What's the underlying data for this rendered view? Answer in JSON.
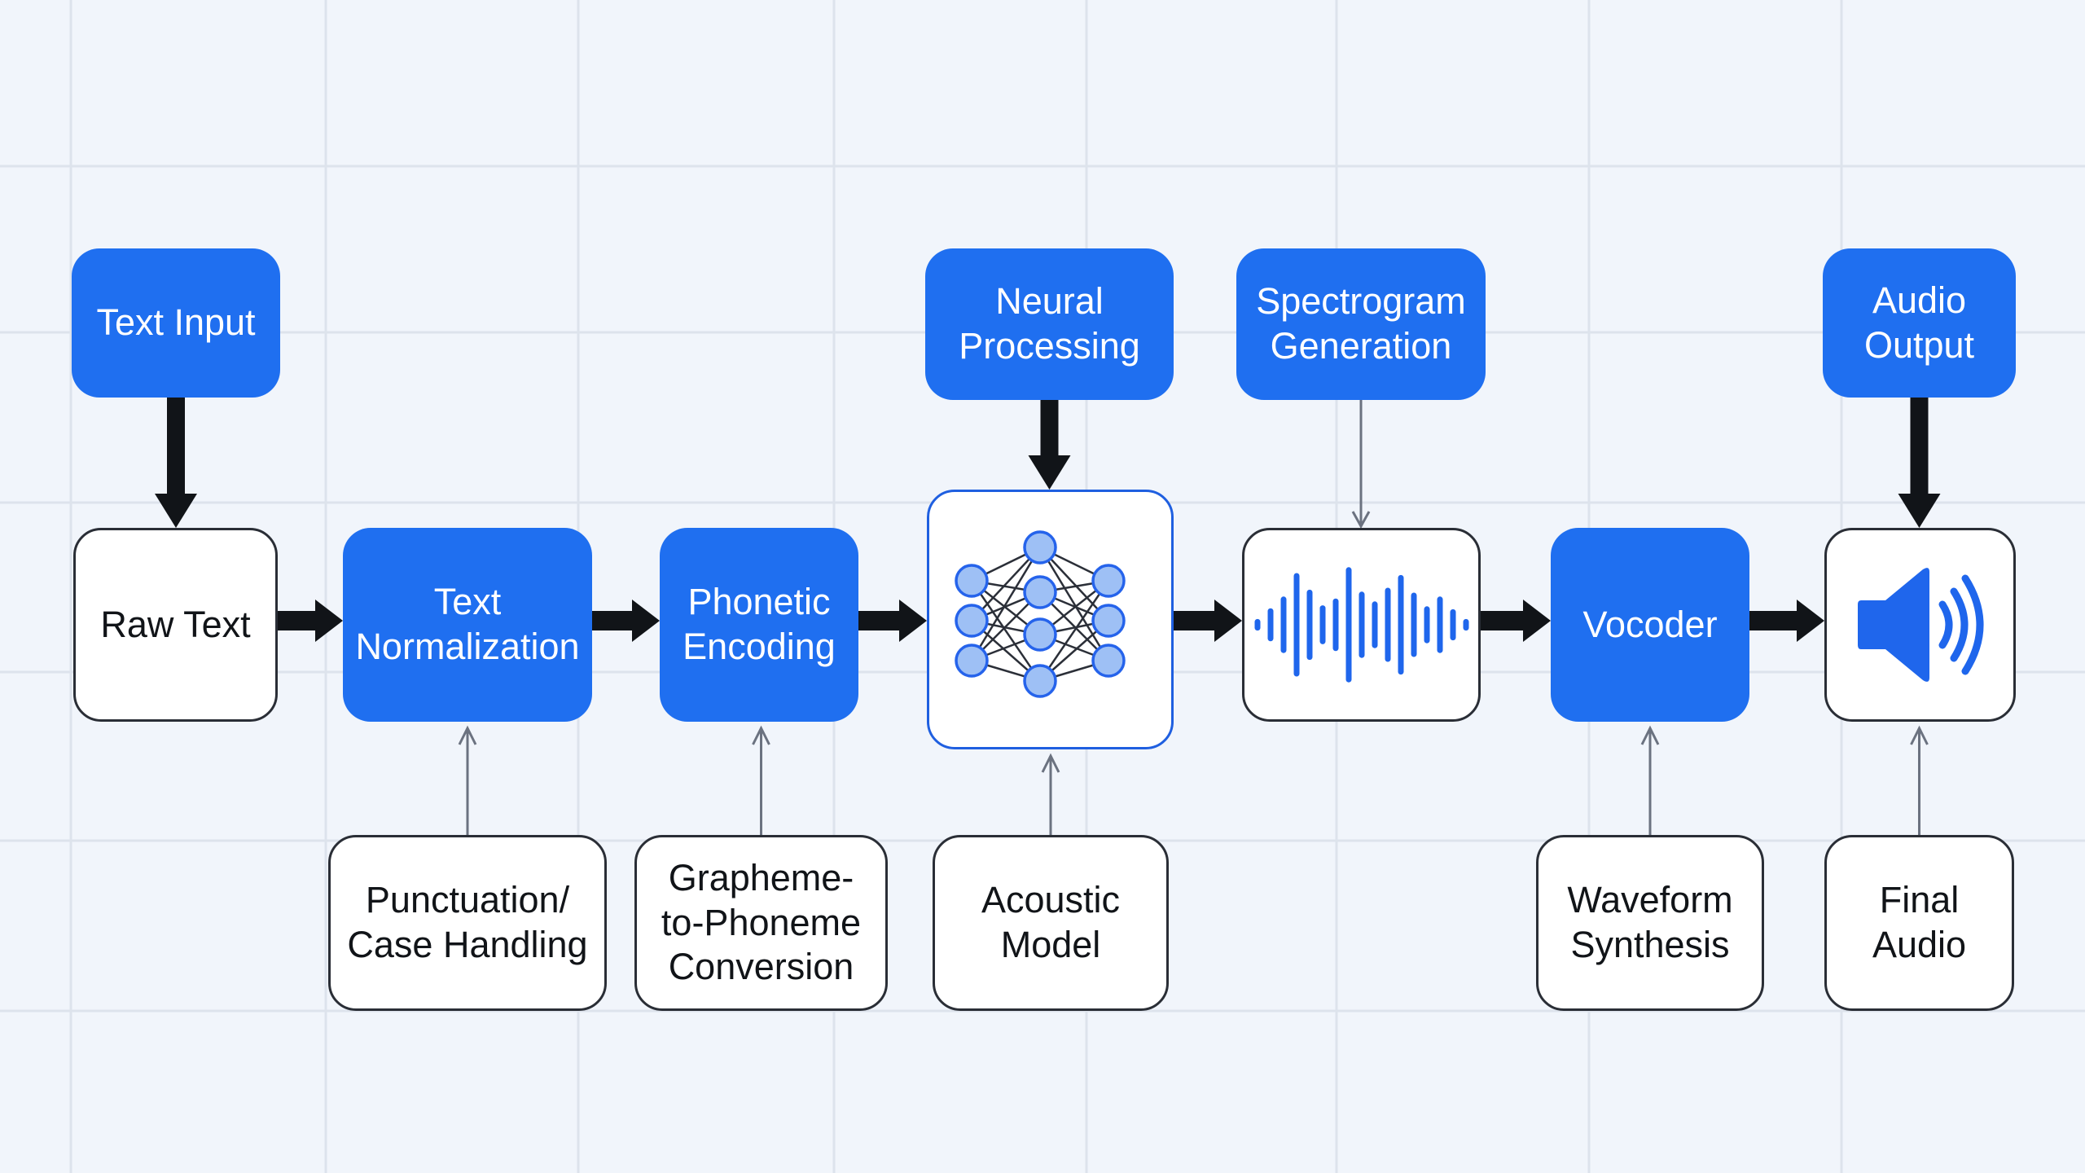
{
  "diagram": {
    "title": "Text-to-Speech Pipeline",
    "colors": {
      "background": "#f1f5fb",
      "grid": "#dde3ec",
      "accent_blue": "#1f6ff0",
      "node_fill_light": "#9ec0f5",
      "main_arrow": "#111418",
      "side_arrow": "#6b7280",
      "box_border": "#2a2e36"
    },
    "top_row": [
      {
        "id": "text-input",
        "label": "Text Input"
      },
      {
        "id": "neural-processing",
        "label": "Neural\nProcessing"
      },
      {
        "id": "spectrogram-generation",
        "label": "Spectrogram\nGeneration"
      },
      {
        "id": "audio-output",
        "label": "Audio\nOutput"
      }
    ],
    "main_row": [
      {
        "id": "raw-text",
        "label": "Raw Text",
        "style": "white"
      },
      {
        "id": "text-normalization",
        "label": "Text\nNormalization",
        "style": "blue"
      },
      {
        "id": "phonetic-encoding",
        "label": "Phonetic\nEncoding",
        "style": "blue"
      },
      {
        "id": "neural-network",
        "label": "",
        "icon": "neural-network-icon",
        "style": "white-blue"
      },
      {
        "id": "waveform",
        "label": "",
        "icon": "waveform-icon",
        "style": "white"
      },
      {
        "id": "vocoder",
        "label": "Vocoder",
        "style": "blue"
      },
      {
        "id": "speaker",
        "label": "",
        "icon": "speaker-icon",
        "style": "white"
      }
    ],
    "bottom_row": [
      {
        "id": "punctuation-case-handling",
        "label": "Punctuation/\nCase Handling"
      },
      {
        "id": "grapheme-to-phoneme",
        "label": "Grapheme-\nto-Phoneme\nConversion"
      },
      {
        "id": "acoustic-model",
        "label": "Acoustic\nModel"
      },
      {
        "id": "waveform-synthesis",
        "label": "Waveform\nSynthesis"
      },
      {
        "id": "final-audio",
        "label": "Final\nAudio"
      }
    ],
    "edges": [
      {
        "from": "text-input",
        "to": "raw-text",
        "kind": "main"
      },
      {
        "from": "neural-processing",
        "to": "neural-network",
        "kind": "main"
      },
      {
        "from": "spectrogram-generation",
        "to": "waveform",
        "kind": "side"
      },
      {
        "from": "audio-output",
        "to": "speaker",
        "kind": "main"
      },
      {
        "from": "raw-text",
        "to": "text-normalization",
        "kind": "main"
      },
      {
        "from": "text-normalization",
        "to": "phonetic-encoding",
        "kind": "main"
      },
      {
        "from": "phonetic-encoding",
        "to": "neural-network",
        "kind": "main"
      },
      {
        "from": "neural-network",
        "to": "waveform",
        "kind": "main"
      },
      {
        "from": "waveform",
        "to": "vocoder",
        "kind": "main"
      },
      {
        "from": "vocoder",
        "to": "speaker",
        "kind": "main"
      },
      {
        "from": "punctuation-case-handling",
        "to": "text-normalization",
        "kind": "side"
      },
      {
        "from": "grapheme-to-phoneme",
        "to": "phonetic-encoding",
        "kind": "side"
      },
      {
        "from": "acoustic-model",
        "to": "neural-network",
        "kind": "side"
      },
      {
        "from": "waveform-synthesis",
        "to": "vocoder",
        "kind": "side"
      },
      {
        "from": "final-audio",
        "to": "speaker",
        "kind": "side"
      }
    ]
  }
}
